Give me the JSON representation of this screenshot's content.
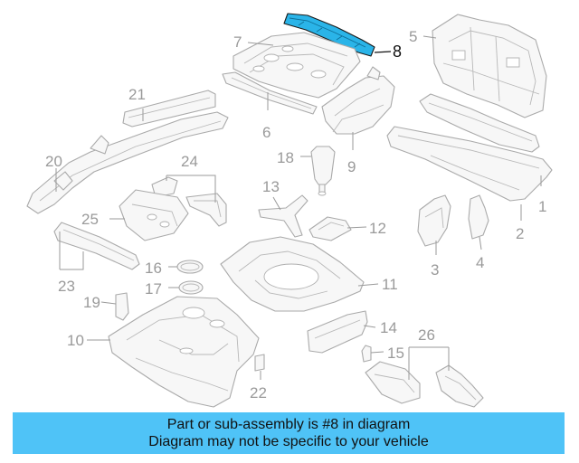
{
  "diagram": {
    "highlight_color": "#2ab4e8",
    "callouts": {
      "c1": "1",
      "c2": "2",
      "c3": "3",
      "c4": "4",
      "c5": "5",
      "c6": "6",
      "c7": "7",
      "c8": "8",
      "c9": "9",
      "c10": "10",
      "c11": "11",
      "c12": "12",
      "c13": "13",
      "c14": "14",
      "c15": "15",
      "c16": "16",
      "c17": "17",
      "c18": "18",
      "c19": "19",
      "c20": "20",
      "c21": "21",
      "c22": "22",
      "c23": "23",
      "c24": "24",
      "c25": "25",
      "c26": "26"
    }
  },
  "caption": {
    "line1": "Part or sub-assembly is #8 in diagram",
    "line2": "Diagram may not be specific to your vehicle",
    "background_color": "#4fc3f7"
  }
}
